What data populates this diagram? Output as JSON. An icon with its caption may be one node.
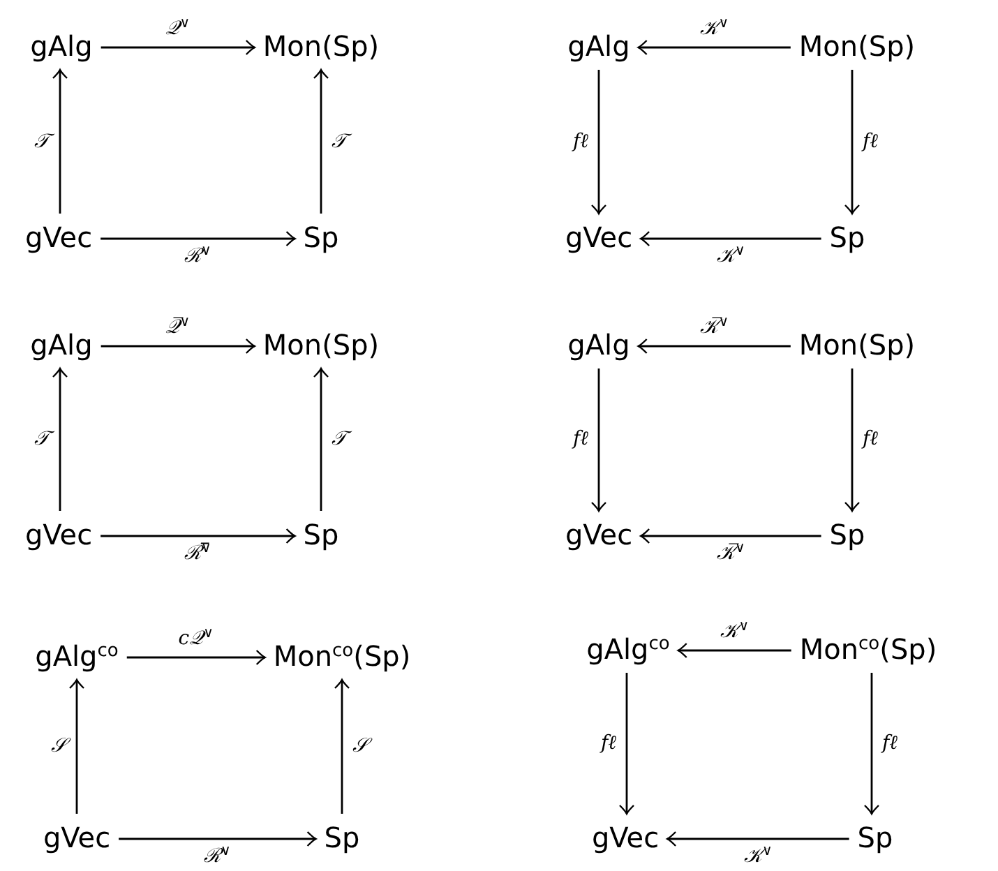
{
  "diagram": {
    "nodes": [
      {
        "text": [
          "gAlg"
        ]
      },
      {
        "text": [
          "Mon(Sp)"
        ]
      },
      {
        "text": [
          "gVec"
        ]
      },
      {
        "text": [
          "Sp"
        ]
      },
      {
        "text": [
          "gAlg"
        ]
      },
      {
        "text": [
          "Mon(Sp)"
        ]
      },
      {
        "text": [
          "gVec"
        ]
      },
      {
        "text": [
          "Sp"
        ]
      },
      {
        "text": [
          "gAlg"
        ]
      },
      {
        "text": [
          "Mon(Sp)"
        ]
      },
      {
        "text": [
          "gVec"
        ]
      },
      {
        "text": [
          "Sp"
        ]
      },
      {
        "text": [
          "gAlg"
        ]
      },
      {
        "text": [
          "Mon(Sp)"
        ]
      },
      {
        "text": [
          "gVec"
        ]
      },
      {
        "text": [
          "Sp"
        ]
      },
      {
        "text": [
          "gAlg$^{co}$"
        ]
      },
      {
        "text": [
          "Mon$^{co}$(Sp)"
        ]
      },
      {
        "text": [
          "gVec"
        ]
      },
      {
        "text": [
          "Sp"
        ]
      },
      {
        "text": [
          "gAlg$^{co}$"
        ]
      },
      {
        "text": [
          "Mon$^{co}$(Sp)"
        ]
      },
      {
        "text": [
          "gVec"
        ]
      },
      {
        "text": [
          "Sp"
        ]
      }
    ],
    "edges": [
      {
        "from": 0,
        "to": 1,
        "arrow": "to",
        "label": "𝒬$^{∨}$"
      },
      {
        "from": 2,
        "to": 0,
        "arrow": "to",
        "label": "𝒯"
      },
      {
        "from": 3,
        "to": 1,
        "arrow": "to",
        "label": "𝒯"
      },
      {
        "from": 2,
        "to": 3,
        "arrow": "to",
        "label": "ℛ$^{∨}$"
      },
      {
        "from": 5,
        "to": 4,
        "arrow": "to",
        "label": "𝒦$^{∨}$"
      },
      {
        "from": 4,
        "to": 6,
        "arrow": "to",
        "label": "𝑓ℓ"
      },
      {
        "from": 5,
        "to": 7,
        "arrow": "to",
        "label": "𝑓ℓ"
      },
      {
        "from": 7,
        "to": 6,
        "arrow": "to",
        "label": "𝒦$^{∨}$"
      },
      {
        "from": 8,
        "to": 9,
        "arrow": "to",
        "label": "𝒬̅$^{∨}$"
      },
      {
        "from": 10,
        "to": 8,
        "arrow": "to",
        "label": "𝒯"
      },
      {
        "from": 11,
        "to": 9,
        "arrow": "to",
        "label": "𝒯"
      },
      {
        "from": 10,
        "to": 11,
        "arrow": "to",
        "label": "ℛ̅$^{∨}$"
      },
      {
        "from": 13,
        "to": 12,
        "arrow": "to",
        "label": "𝒦̅$^{∨}$"
      },
      {
        "from": 12,
        "to": 14,
        "arrow": "to",
        "label": "𝑓ℓ"
      },
      {
        "from": 13,
        "to": 15,
        "arrow": "to",
        "label": "𝑓ℓ"
      },
      {
        "from": 15,
        "to": 14,
        "arrow": "to",
        "label": "𝒦̅$^{∨}$"
      },
      {
        "from": 16,
        "to": 17,
        "arrow": "to",
        "label": "𝑐𝒬$^{∨}$"
      },
      {
        "from": 18,
        "to": 16,
        "arrow": "to",
        "label": "𝒮"
      },
      {
        "from": 19,
        "to": 17,
        "arrow": "to",
        "label": "𝒮"
      },
      {
        "from": 18,
        "to": 19,
        "arrow": "to",
        "label": "ℛ$^{∨}$"
      },
      {
        "from": 21,
        "to": 20,
        "arrow": "to",
        "label": "𝒦$^{∨}$"
      },
      {
        "from": 20,
        "to": 22,
        "arrow": "to",
        "label": "𝑓ℓ"
      },
      {
        "from": 21,
        "to": 23,
        "arrow": "to",
        "label": "𝑓ℓ"
      },
      {
        "from": 23,
        "to": 22,
        "arrow": "to",
        "label": "𝒦$^{∨}$"
      }
    ]
  }
}
